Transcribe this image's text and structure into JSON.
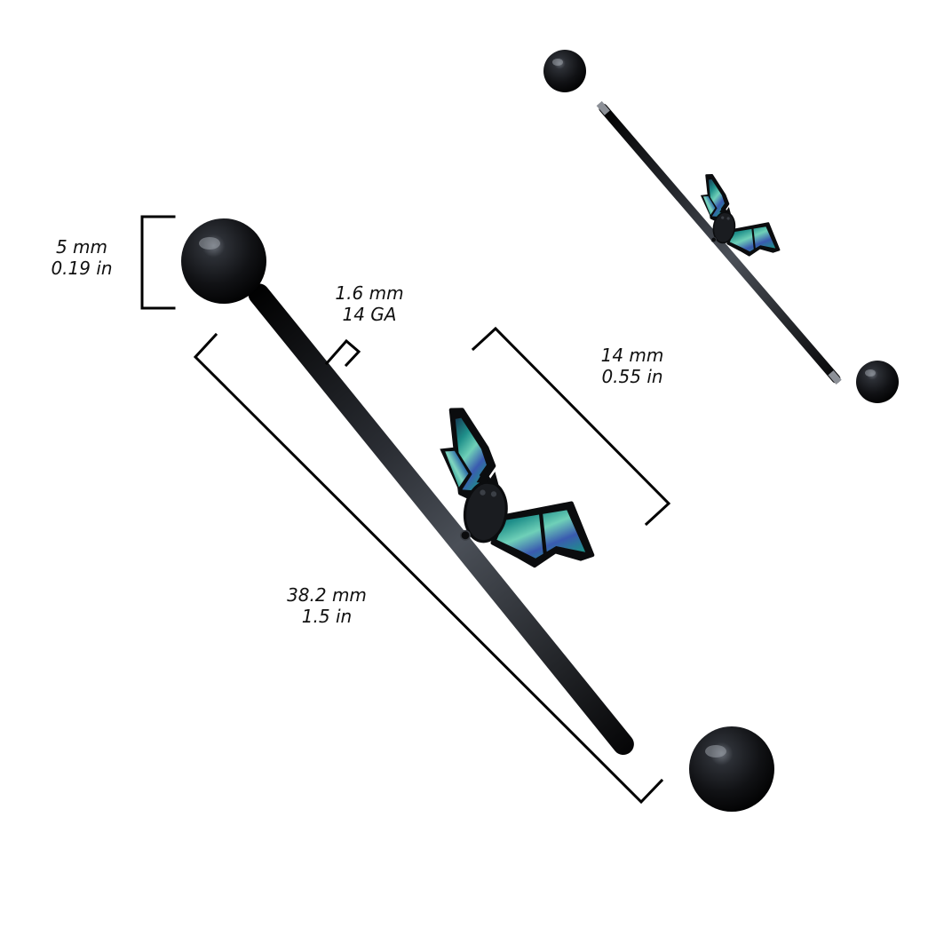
{
  "product": {
    "name": "industrial barbell with bat ornament",
    "metal_color": "#15171a",
    "inlay_colors": [
      "#1f8f8a",
      "#3a5bb0",
      "#6fd0b8",
      "#143a55"
    ]
  },
  "dimensions": {
    "ball": {
      "metric": "5 mm",
      "imperial": "0.19 in"
    },
    "gauge": {
      "metric": "1.6 mm",
      "imperial": "14 GA"
    },
    "ornament": {
      "metric": "14 mm",
      "imperial": "0.55 in"
    },
    "length": {
      "metric": "38.2 mm",
      "imperial": "1.5 in"
    }
  }
}
